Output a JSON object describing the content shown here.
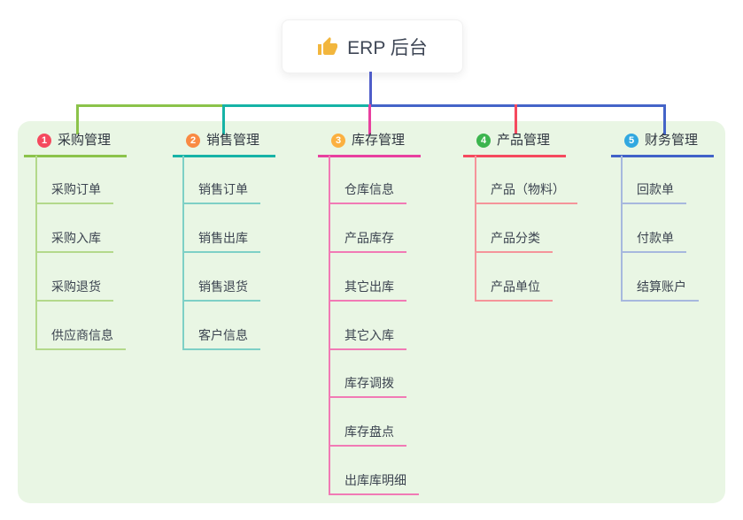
{
  "root": {
    "label": "ERP 后台",
    "icon": "thumbs-up-icon"
  },
  "colors": {
    "panel_background": "#e9f6e4",
    "root_connector": "#4f5dc9",
    "branch_1_line": "#8bc34a",
    "branch_1_child_line": "#b3d98b",
    "branch_1_badge": "#f5495e",
    "branch_2_line": "#16b3a6",
    "branch_2_child_line": "#7ed0c6",
    "branch_2_badge": "#f98a43",
    "branch_3_line": "#e8409f",
    "branch_3_child_line": "#f17ab5",
    "branch_3_badge": "#fbb040",
    "branch_4_line": "#f5495e",
    "branch_4_child_line": "#f5949a",
    "branch_4_badge": "#3cb54e",
    "branch_5_line": "#4162c8",
    "branch_5_child_line": "#a7b8de",
    "branch_5_badge": "#31a8e0"
  },
  "branches": [
    {
      "index": "1",
      "label": "采购管理",
      "children": [
        "采购订单",
        "采购入库",
        "采购退货",
        "供应商信息"
      ]
    },
    {
      "index": "2",
      "label": "销售管理",
      "children": [
        "销售订单",
        "销售出库",
        "销售退货",
        "客户信息"
      ]
    },
    {
      "index": "3",
      "label": "库存管理",
      "children": [
        "仓库信息",
        "产品库存",
        "其它出库",
        "其它入库",
        "库存调拨",
        "库存盘点",
        "出库库明细"
      ]
    },
    {
      "index": "4",
      "label": "产品管理",
      "children": [
        "产品（物料）",
        "产品分类",
        "产品单位"
      ]
    },
    {
      "index": "5",
      "label": "财务管理",
      "children": [
        "回款单",
        "付款单",
        "结算账户"
      ]
    }
  ]
}
